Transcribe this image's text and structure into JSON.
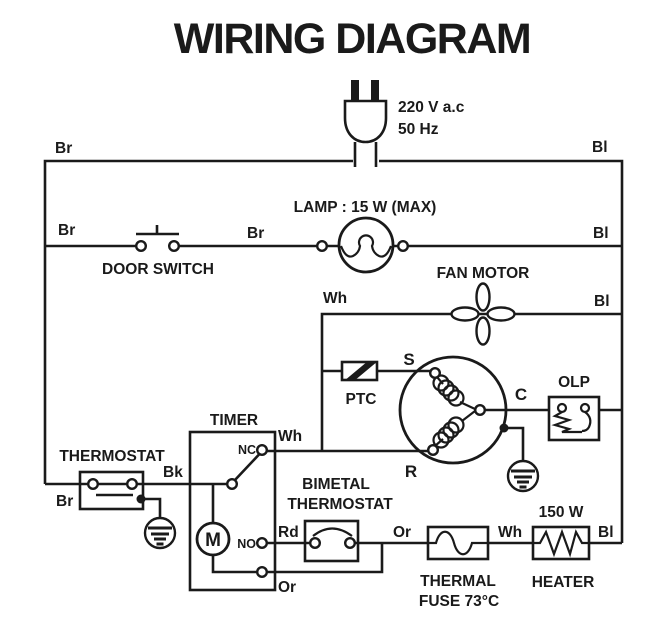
{
  "title": "WIRING DIAGRAM",
  "power_supply": {
    "voltage": "220 V a.c",
    "frequency": "50 Hz"
  },
  "components": {
    "lamp": {
      "label": "LAMP : 15 W (MAX)"
    },
    "door_switch": {
      "label": "DOOR SWITCH"
    },
    "fan_motor": {
      "label": "FAN MOTOR"
    },
    "ptc": {
      "label": "PTC"
    },
    "compressor": {
      "terminal_s": "S",
      "terminal_c": "C",
      "terminal_r": "R"
    },
    "olp": {
      "label": "OLP"
    },
    "timer": {
      "label": "TIMER",
      "contact_nc": "NC",
      "contact_no": "NO",
      "motor": "M"
    },
    "thermostat": {
      "label": "THERMOSTAT"
    },
    "bimetal_thermostat": {
      "label_line1": "BIMETAL",
      "label_line2": "THERMOSTAT"
    },
    "thermal_fuse": {
      "label_line1": "THERMAL",
      "label_line2": "FUSE 73°C"
    },
    "heater": {
      "label": "HEATER",
      "power": "150 W"
    }
  },
  "wire_labels": {
    "top_left": "Br",
    "top_right": "Bl",
    "lamp_row_left": "Br",
    "lamp_row_mid": "Br",
    "lamp_row_right": "Bl",
    "fan_row_left": "Wh",
    "fan_row_right": "Bl",
    "timer_nc_out": "Wh",
    "thermostat_in": "Br",
    "thermostat_out": "Bk",
    "timer_no_out": "Rd",
    "bimetal_out": "Or",
    "fuse_out": "Wh",
    "heater_out": "Bl",
    "timer_bottom_out": "Or"
  },
  "colors": {
    "line": "#1a1a1a",
    "background": "#ffffff"
  }
}
